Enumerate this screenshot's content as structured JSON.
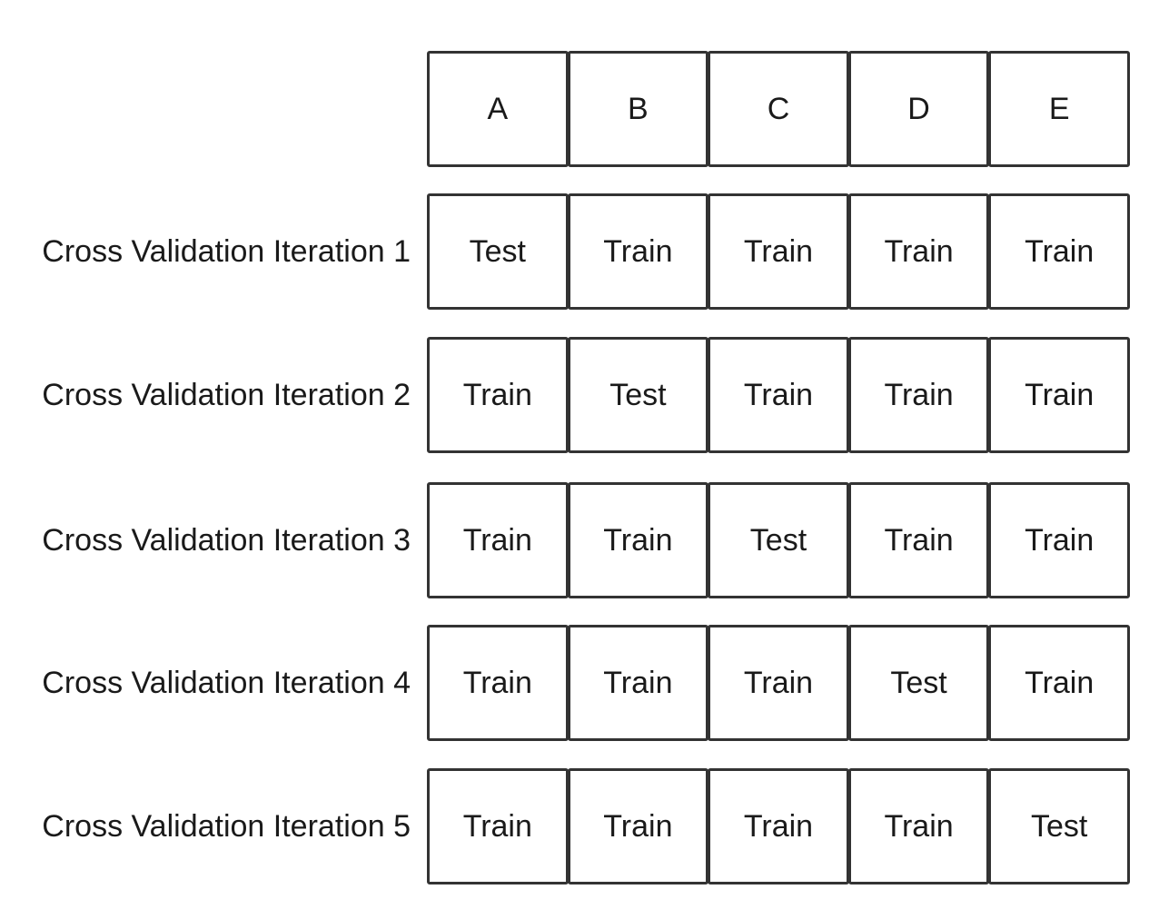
{
  "header": {
    "folds": [
      "A",
      "B",
      "C",
      "D",
      "E"
    ]
  },
  "iterations": [
    {
      "label": "Cross Validation Iteration 1",
      "cells": [
        "Test",
        "Train",
        "Train",
        "Train",
        "Train"
      ]
    },
    {
      "label": "Cross Validation Iteration 2",
      "cells": [
        "Train",
        "Test",
        "Train",
        "Train",
        "Train"
      ]
    },
    {
      "label": "Cross Validation Iteration 3",
      "cells": [
        "Train",
        "Train",
        "Test",
        "Train",
        "Train"
      ]
    },
    {
      "label": "Cross Validation Iteration 4",
      "cells": [
        "Train",
        "Train",
        "Train",
        "Test",
        "Train"
      ]
    },
    {
      "label": "Cross Validation Iteration 5",
      "cells": [
        "Train",
        "Train",
        "Train",
        "Train",
        "Test"
      ]
    }
  ],
  "colors": {
    "border": "#333333",
    "text": "#1a1a1a",
    "background": "#ffffff"
  }
}
